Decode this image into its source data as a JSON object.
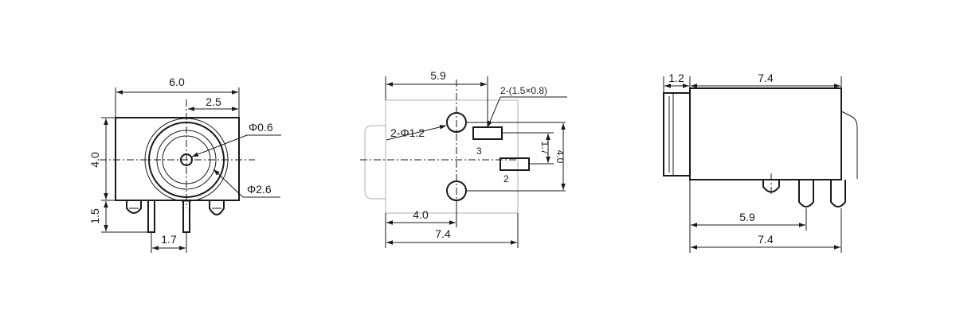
{
  "views": {
    "front": {
      "dim_width": "6.0",
      "dim_center_offset": "2.5",
      "dim_height": "4.0",
      "dim_pin_height": "1.5",
      "dim_pin_spacing": "1.7",
      "label_center_pin": "Φ0.6",
      "label_bore": "Φ2.6"
    },
    "bottom": {
      "dim_hole_pos": "5.9",
      "label_pad_size": "2-(1.5×0.8)",
      "label_holes": "2-Φ1.2",
      "pin_3": "3",
      "pin_2": "2",
      "dim_pad_pitch": "1.7",
      "dim_height": "4.0",
      "dim_hole_offset": "4.0",
      "dim_total_length": "7.4"
    },
    "side": {
      "dim_front_flange": "1.2",
      "dim_body_length": "7.4",
      "dim_pin_pos": "5.9",
      "dim_total_length": "7.4"
    }
  }
}
